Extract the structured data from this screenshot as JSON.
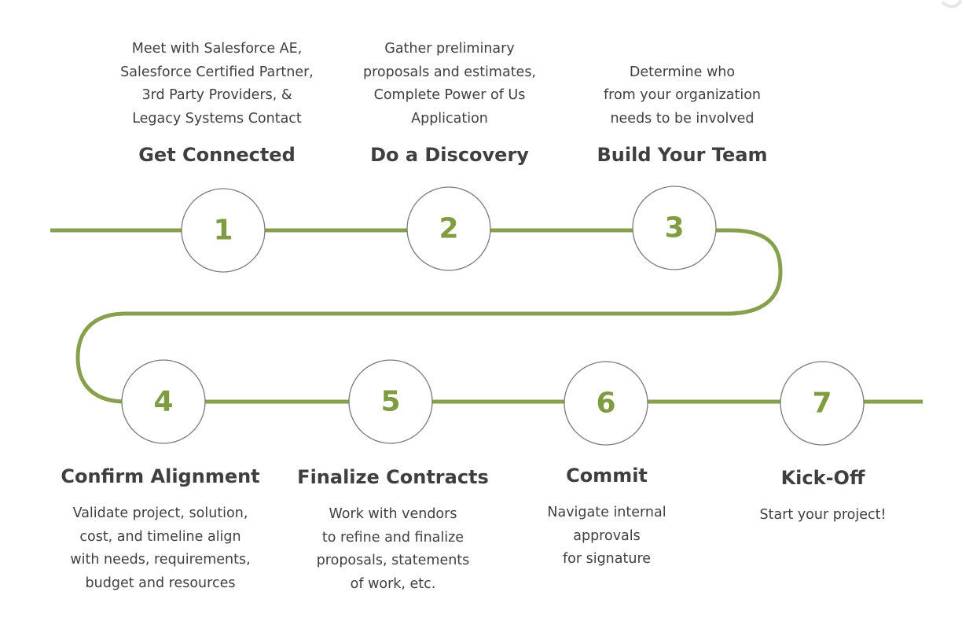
{
  "colors": {
    "line": "#86a04e",
    "number": "#7f9c43",
    "circle_border": "#7a7a7a",
    "text": "#3f3f3f"
  },
  "steps": [
    {
      "number": "1",
      "title": "Get Connected",
      "description": [
        "Meet with Salesforce AE,",
        "Salesforce Certified Partner,",
        "3rd Party Providers, &",
        "Legacy Systems Contact"
      ]
    },
    {
      "number": "2",
      "title": "Do a Discovery",
      "description": [
        "Gather preliminary",
        "proposals and estimates,",
        "Complete Power of Us",
        "Application"
      ]
    },
    {
      "number": "3",
      "title": "Build Your Team",
      "description": [
        "Determine who",
        "from your organization",
        "needs to be involved"
      ]
    },
    {
      "number": "4",
      "title": "Confirm Alignment",
      "description": [
        "Validate project, solution,",
        "cost, and timeline align",
        "with needs, requirements,",
        "budget and resources"
      ]
    },
    {
      "number": "5",
      "title": "Finalize Contracts",
      "description": [
        "Work with vendors",
        "to refine and finalize",
        "proposals, statements",
        "of work, etc."
      ]
    },
    {
      "number": "6",
      "title": "Commit",
      "description": [
        "Navigate internal",
        "approvals",
        "for signature"
      ]
    },
    {
      "number": "7",
      "title": "Kick-Off",
      "description": [
        "Start your project!"
      ]
    }
  ]
}
